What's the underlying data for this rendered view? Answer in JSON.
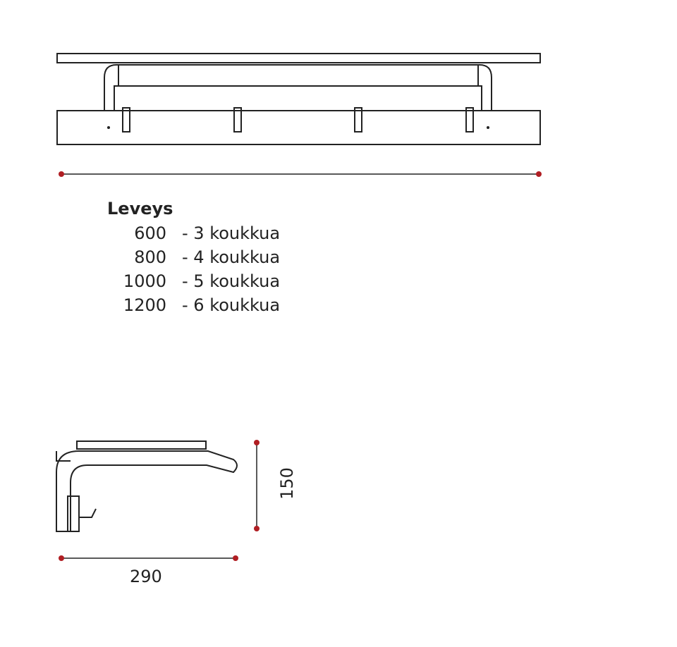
{
  "spec": {
    "title": "Leveys",
    "rows": [
      {
        "width": "600",
        "hooks": "- 3 koukkua"
      },
      {
        "width": "800",
        "hooks": "- 4 koukkua"
      },
      {
        "width": "1000",
        "hooks": "- 5 koukkua"
      },
      {
        "width": "1200",
        "hooks": "- 6 koukkua"
      }
    ]
  },
  "side_view": {
    "depth_label": "290",
    "height_label": "150"
  },
  "colors": {
    "line": "#222222",
    "dimension_dot": "#b01e23"
  }
}
